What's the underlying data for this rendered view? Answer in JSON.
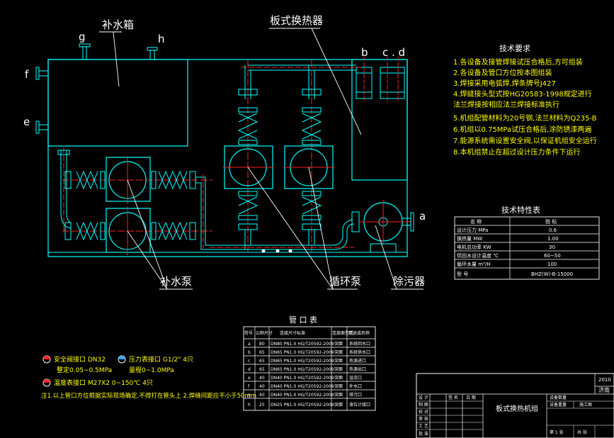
{
  "colors": {
    "background": "#000000",
    "outline": "#00ffff",
    "centerline": "#ff2020",
    "annotation": "#ffffff",
    "notes": "#ffff00",
    "equipment": "#33a1ff"
  },
  "labels": {
    "makeup_tank": "补水箱",
    "plate_exchanger": "板式换热器",
    "makeup_pump": "补水泵",
    "circulation_pump": "循环泵",
    "dirt_separator": "除污器",
    "port_g": "g",
    "port_h": "h",
    "port_f": "f",
    "port_e": "e",
    "port_b": "b",
    "port_cd": "c . d",
    "port_a": "a"
  },
  "tech_requirements": {
    "title": "技术要求",
    "items": [
      "1.各设备及接管焊接试压合格后,方可组装",
      "2.各设备及管口方位按本图组装",
      "3.焊接采用电弧焊,焊条牌号J427",
      "4.焊缝接头型式按HG20583-1998规定进行",
      "  法兰焊接按相应法兰焊接标准执行",
      "5.机组配管材料为20号钢,法兰材料为Q235-B",
      "6.机组以0.75MPa试压合格后,涂防锈漆两遍",
      "7.能源系统需设置安全阀,以保证机组安全运行",
      "8.本机组禁止在超过设计压力条件下运行"
    ]
  },
  "spec_table": {
    "title": "技术特性表",
    "headers": [
      "名  称",
      "指  标"
    ],
    "rows": [
      [
        "设计压力 MPa",
        "0.6"
      ],
      [
        "换热量 MW",
        "1.00"
      ],
      [
        "电机总功率 KW",
        "30"
      ],
      [
        "供回水设计温度 ℃",
        "60~50"
      ],
      [
        "循环水量 m³/H",
        "100"
      ],
      [
        "型  号",
        "BHZ(W)-B-15000"
      ]
    ]
  },
  "port_table": {
    "title": "管 口 表",
    "headers": [
      "符号",
      "公称尺寸",
      "连接尺寸标准",
      "连接面型式",
      "用途或名称"
    ],
    "rows": [
      [
        "a",
        "80",
        "DN80 PN1.0 HG/T20592-2009",
        "突面",
        "系统回水口"
      ],
      [
        "b",
        "65",
        "DN65 PN1.0 HG/T20592-2009",
        "突面",
        "系统供水口"
      ],
      [
        "c",
        "65",
        "DN65 PN1.0 HG/T20592-2009",
        "突面",
        "热源进口"
      ],
      [
        "d",
        "65",
        "DN65 PN1.0 HG/T20592-2009",
        "突面",
        "热源出口"
      ],
      [
        "e",
        "40",
        "DN40 PN1.0 HG/T20592-2009",
        "突面",
        "溢流口"
      ],
      [
        "f",
        "40",
        "DN40 PN1.0 HG/T20592-2009",
        "突面",
        "补水口"
      ],
      [
        "g",
        "40",
        "DN40 PN1.0 HG/T20592-2009",
        "突面",
        "排污口"
      ],
      [
        "h",
        "25",
        "DN25 PN1.0 HG/T20592-2009",
        "突面",
        "液位计接口"
      ]
    ]
  },
  "legend": {
    "safety_valve": "安全阀接口 DN32",
    "safety_valve_pressure": "整定0.05~0.5MPa",
    "gauge": "压力表接口 G1/2\" 4只",
    "gauge_range": "量程0~1.0MPa",
    "thermo": "温度表接口 M27X2   0~150℃ 4只",
    "note": "注1.以上管口方位根据实际现场确定,不得打在管头上 2.焊缝间距应不小于50mm"
  },
  "title_block": {
    "drawing_name": "板式换热机组",
    "year": "2010",
    "place": "济南",
    "rows": [
      "设 计",
      "制 图",
      "校 对",
      "审 核",
      "工 艺",
      "批 准"
    ],
    "cols": [
      "签 名",
      "日 期"
    ],
    "stage": "施工图",
    "sheet": "第 1 张",
    "total": "共 张",
    "material_label": "设备数量",
    "weight_label": "设备重量"
  }
}
